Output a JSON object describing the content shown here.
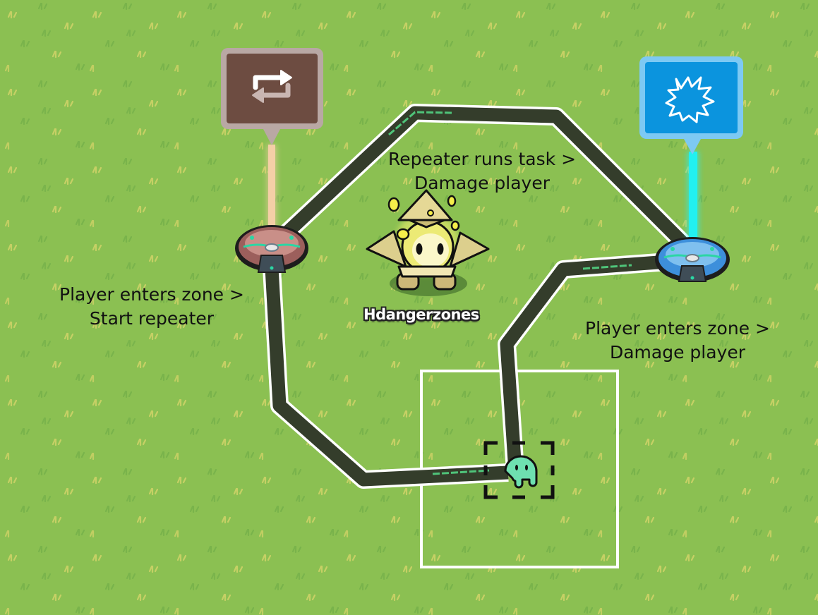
{
  "scene": {
    "background_color": "#8bc052",
    "grass_light_color": "#d9d56a",
    "grass_dark_color": "#74b04a"
  },
  "devices": [
    {
      "id": "repeater",
      "type": "repeater-trigger",
      "icon": "repeat-icon",
      "sign_color": "#6d4c41",
      "sign_border": "#b9a8a4",
      "beam_color": "#f4cfa6",
      "base_color": "#9c5f5c"
    },
    {
      "id": "damager",
      "type": "damage-trigger",
      "icon": "burst-icon",
      "sign_color": "#0b94de",
      "sign_border": "#7dc9f3",
      "beam_color": "#22f0f0",
      "base_color": "#3d8fdb"
    }
  ],
  "labels": {
    "repeater_wire": {
      "line1": "Player enters zone >",
      "line2": "Start repeater"
    },
    "task_wire": {
      "line1": "Repeater runs task >",
      "line2": "Damage player"
    },
    "damage_wire": {
      "line1": "Player enters zone >",
      "line2": "Damage player"
    }
  },
  "player": {
    "name": "Hdangerzones",
    "character": "crystal-sentry",
    "color": "#e6de62"
  },
  "zone": {
    "type": "trigger-zone",
    "marker_color": "#6ee0b0",
    "outline_color": "#ffffff"
  }
}
